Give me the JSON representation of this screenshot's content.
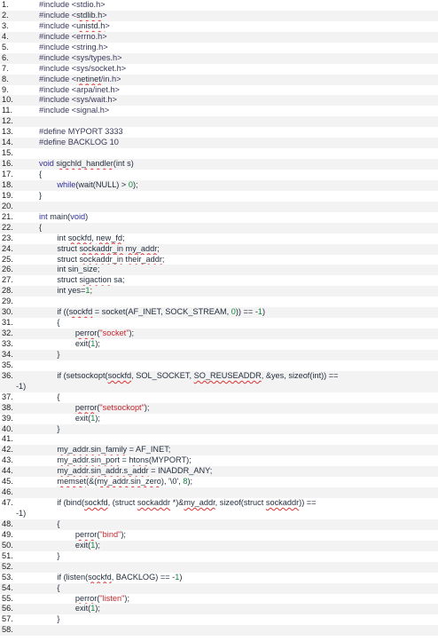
{
  "document": {
    "lines": [
      {
        "n": "1.",
        "segs": [
          [
            "pp",
            "#include <stdio.h>"
          ]
        ]
      },
      {
        "n": "2.",
        "segs": [
          [
            "pp",
            "#include <"
          ],
          [
            "sq",
            "stdlib.h"
          ],
          [
            "pp",
            ">"
          ]
        ]
      },
      {
        "n": "3.",
        "segs": [
          [
            "pp",
            "#include <"
          ],
          [
            "sq",
            "unistd.h"
          ],
          [
            "pp",
            ">"
          ]
        ]
      },
      {
        "n": "4.",
        "segs": [
          [
            "pp",
            "#include <errno.h>"
          ]
        ]
      },
      {
        "n": "5.",
        "segs": [
          [
            "pp",
            "#include <string.h>"
          ]
        ]
      },
      {
        "n": "6.",
        "segs": [
          [
            "pp",
            "#include <sys/types.h>"
          ]
        ]
      },
      {
        "n": "7.",
        "segs": [
          [
            "pp",
            "#include <sys/socket.h>"
          ]
        ]
      },
      {
        "n": "8.",
        "segs": [
          [
            "pp",
            "#include <"
          ],
          [
            "sq",
            "netinet"
          ],
          [
            "pp",
            "/in.h>"
          ]
        ]
      },
      {
        "n": "9.",
        "segs": [
          [
            "pp",
            "#include <arpa/inet.h>"
          ]
        ]
      },
      {
        "n": "10.",
        "segs": [
          [
            "pp",
            "#include <sys/wait.h>"
          ]
        ]
      },
      {
        "n": "11.",
        "segs": [
          [
            "pp",
            "#include <signal.h>"
          ]
        ]
      },
      {
        "n": "12.",
        "segs": []
      },
      {
        "n": "13.",
        "segs": [
          [
            "pp",
            "#define MYPORT 3333"
          ]
        ]
      },
      {
        "n": "14.",
        "segs": [
          [
            "pp",
            "#define BACKLOG 10"
          ]
        ]
      },
      {
        "n": "15.",
        "segs": []
      },
      {
        "n": "16.",
        "segs": [
          [
            "kw",
            "void "
          ],
          [
            "sq",
            "sigchld_handler"
          ],
          [
            "bl",
            "(int s)"
          ]
        ]
      },
      {
        "n": "17.",
        "segs": [
          [
            "bl",
            "{"
          ]
        ]
      },
      {
        "n": "18.",
        "segs": [
          [
            "bl",
            "        "
          ],
          [
            "kw",
            "while"
          ],
          [
            "bl",
            "(wait(NULL) > "
          ],
          [
            "num",
            "0"
          ],
          [
            "bl",
            ");"
          ]
        ]
      },
      {
        "n": "19.",
        "segs": [
          [
            "bl",
            "}"
          ]
        ]
      },
      {
        "n": "20.",
        "segs": []
      },
      {
        "n": "21.",
        "segs": [
          [
            "kw",
            "int"
          ],
          [
            "bl",
            " main("
          ],
          [
            "kw",
            "void"
          ],
          [
            "bl",
            ")"
          ]
        ]
      },
      {
        "n": "22.",
        "segs": [
          [
            "bl",
            "{"
          ]
        ]
      },
      {
        "n": "23.",
        "segs": [
          [
            "bl",
            "        int "
          ],
          [
            "sq",
            "sockfd"
          ],
          [
            "bl",
            ", "
          ],
          [
            "sq",
            "new_fd"
          ],
          [
            "bl",
            ";"
          ]
        ]
      },
      {
        "n": "24.",
        "segs": [
          [
            "bl",
            "        struct "
          ],
          [
            "sq",
            "sockaddr_in"
          ],
          [
            "bl",
            " "
          ],
          [
            "sq",
            "my_addr"
          ],
          [
            "bl",
            ";"
          ]
        ]
      },
      {
        "n": "25.",
        "segs": [
          [
            "bl",
            "        struct "
          ],
          [
            "sq",
            "sockaddr_in"
          ],
          [
            "bl",
            " "
          ],
          [
            "sq",
            "their_addr"
          ],
          [
            "bl",
            ";"
          ]
        ]
      },
      {
        "n": "26.",
        "segs": [
          [
            "bl",
            "        int sin_size;"
          ]
        ]
      },
      {
        "n": "27.",
        "segs": [
          [
            "bl",
            "        struct "
          ],
          [
            "sq",
            "sigaction"
          ],
          [
            "bl",
            " sa;"
          ]
        ]
      },
      {
        "n": "28.",
        "segs": [
          [
            "bl",
            "        int yes="
          ],
          [
            "num",
            "1"
          ],
          [
            "bl",
            ";"
          ]
        ]
      },
      {
        "n": "29.",
        "segs": []
      },
      {
        "n": "30.",
        "segs": [
          [
            "bl",
            "        if (("
          ],
          [
            "sq",
            "sockfd"
          ],
          [
            "bl",
            " = socket(AF_INET, SOCK_STREAM, "
          ],
          [
            "num",
            "0"
          ],
          [
            "bl",
            ")) == -"
          ],
          [
            "num",
            "1"
          ],
          [
            "bl",
            ")"
          ]
        ]
      },
      {
        "n": "31.",
        "segs": [
          [
            "bl",
            "        {"
          ]
        ]
      },
      {
        "n": "32.",
        "segs": [
          [
            "bl",
            "                "
          ],
          [
            "sq",
            "perror"
          ],
          [
            "bl",
            "("
          ],
          [
            "str",
            "\"socket\""
          ],
          [
            "bl",
            ");"
          ]
        ]
      },
      {
        "n": "33.",
        "segs": [
          [
            "bl",
            "                exit("
          ],
          [
            "num",
            "1"
          ],
          [
            "bl",
            ");"
          ]
        ]
      },
      {
        "n": "34.",
        "segs": [
          [
            "bl",
            "        }"
          ]
        ]
      },
      {
        "n": "35.",
        "segs": []
      },
      {
        "n": "36.",
        "segs": [
          [
            "bl",
            "        if (setsockopt("
          ],
          [
            "sq",
            "sockfd"
          ],
          [
            "bl",
            ", SOL_SOCKET, "
          ],
          [
            "sq",
            "SO_REUSEADDR"
          ],
          [
            "bl",
            ", &yes, sizeof(int)) =="
          ]
        ],
        "wrap": "-1)"
      },
      {
        "n": "37.",
        "segs": [
          [
            "bl",
            "        {"
          ]
        ]
      },
      {
        "n": "38.",
        "segs": [
          [
            "bl",
            "                "
          ],
          [
            "sq",
            "perror"
          ],
          [
            "bl",
            "("
          ],
          [
            "str",
            "\"setsockopt\""
          ],
          [
            "bl",
            ");"
          ]
        ]
      },
      {
        "n": "39.",
        "segs": [
          [
            "bl",
            "                exit("
          ],
          [
            "num",
            "1"
          ],
          [
            "bl",
            ");"
          ]
        ]
      },
      {
        "n": "40.",
        "segs": [
          [
            "bl",
            "        }"
          ]
        ]
      },
      {
        "n": "41.",
        "segs": []
      },
      {
        "n": "42.",
        "segs": [
          [
            "bl",
            "        "
          ],
          [
            "sq",
            "my_addr.sin_family"
          ],
          [
            "bl",
            " = AF_INET;"
          ]
        ]
      },
      {
        "n": "43.",
        "segs": [
          [
            "bl",
            "        "
          ],
          [
            "sq",
            "my_addr.sin_port"
          ],
          [
            "bl",
            " = "
          ],
          [
            "sq",
            "htons"
          ],
          [
            "bl",
            "(MYPORT);"
          ]
        ]
      },
      {
        "n": "44.",
        "segs": [
          [
            "bl",
            "        "
          ],
          [
            "sq",
            "my_addr.sin_addr.s_addr"
          ],
          [
            "bl",
            " = INADDR_ANY;"
          ]
        ]
      },
      {
        "n": "45.",
        "segs": [
          [
            "bl",
            "        "
          ],
          [
            "sq",
            "memset"
          ],
          [
            "bl",
            "(&("
          ],
          [
            "sq",
            "my_addr.sin_zero"
          ],
          [
            "bl",
            "), '\\0', "
          ],
          [
            "num",
            "8"
          ],
          [
            "bl",
            ");"
          ]
        ]
      },
      {
        "n": "46.",
        "segs": []
      },
      {
        "n": "47.",
        "segs": [
          [
            "bl",
            "        if (bind("
          ],
          [
            "sq",
            "sockfd"
          ],
          [
            "bl",
            ", (struct "
          ],
          [
            "sq",
            "sockaddr"
          ],
          [
            "bl",
            " *)&"
          ],
          [
            "sq",
            "my_addr"
          ],
          [
            "bl",
            ", sizeof(struct "
          ],
          [
            "sq",
            "sockaddr"
          ],
          [
            "bl",
            ")) =="
          ]
        ],
        "wrap": "-1)"
      },
      {
        "n": "48.",
        "segs": [
          [
            "bl",
            "        {"
          ]
        ]
      },
      {
        "n": "49.",
        "segs": [
          [
            "bl",
            "                "
          ],
          [
            "sq",
            "perror"
          ],
          [
            "bl",
            "("
          ],
          [
            "str",
            "\"bind\""
          ],
          [
            "bl",
            ");"
          ]
        ]
      },
      {
        "n": "50.",
        "segs": [
          [
            "bl",
            "                exit("
          ],
          [
            "num",
            "1"
          ],
          [
            "bl",
            ");"
          ]
        ]
      },
      {
        "n": "51.",
        "segs": [
          [
            "bl",
            "        }"
          ]
        ]
      },
      {
        "n": "52.",
        "segs": []
      },
      {
        "n": "53.",
        "segs": [
          [
            "bl",
            "        if (listen("
          ],
          [
            "sq",
            "sockfd"
          ],
          [
            "bl",
            ", BACKLOG) == -"
          ],
          [
            "num",
            "1"
          ],
          [
            "bl",
            ")"
          ]
        ]
      },
      {
        "n": "54.",
        "segs": [
          [
            "bl",
            "        {"
          ]
        ]
      },
      {
        "n": "55.",
        "segs": [
          [
            "bl",
            "                "
          ],
          [
            "sq",
            "perror"
          ],
          [
            "bl",
            "("
          ],
          [
            "str",
            "\"listen\""
          ],
          [
            "bl",
            ");"
          ]
        ]
      },
      {
        "n": "56.",
        "segs": [
          [
            "bl",
            "                exit("
          ],
          [
            "num",
            "1"
          ],
          [
            "bl",
            ");"
          ]
        ]
      },
      {
        "n": "57.",
        "segs": [
          [
            "bl",
            "        }"
          ]
        ]
      },
      {
        "n": "58.",
        "segs": []
      }
    ]
  }
}
